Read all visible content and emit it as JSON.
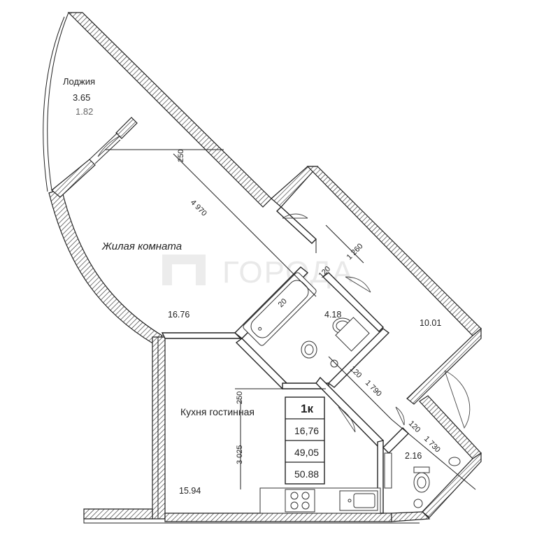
{
  "rooms": {
    "loggia": {
      "name": "Лоджия",
      "area": "3.65",
      "area_reduced": "1.82"
    },
    "living_room": {
      "name": "Жилая комната",
      "area": "16.76"
    },
    "kitchen": {
      "name": "Кухня гостинная",
      "area": "15.94"
    },
    "bathroom": {
      "area": "4.18"
    },
    "hall": {
      "area": "10.01"
    },
    "wc": {
      "area": "2.16"
    }
  },
  "dimensions": {
    "d250_top": "250",
    "d4970": "4 970",
    "d1260": "1 260",
    "d120_a": "120",
    "d20": "20",
    "d120_b": "120",
    "d1790": "1 790",
    "d120_c": "120",
    "d1730": "1 730",
    "d250_kitchen": "250",
    "d3025": "3 025"
  },
  "summary": {
    "rooms_count": "1к",
    "living_area": "16,76",
    "total_area": "49,05",
    "total_with_loggia": "50.88"
  },
  "watermark": {
    "text": "ГОРОДА"
  }
}
